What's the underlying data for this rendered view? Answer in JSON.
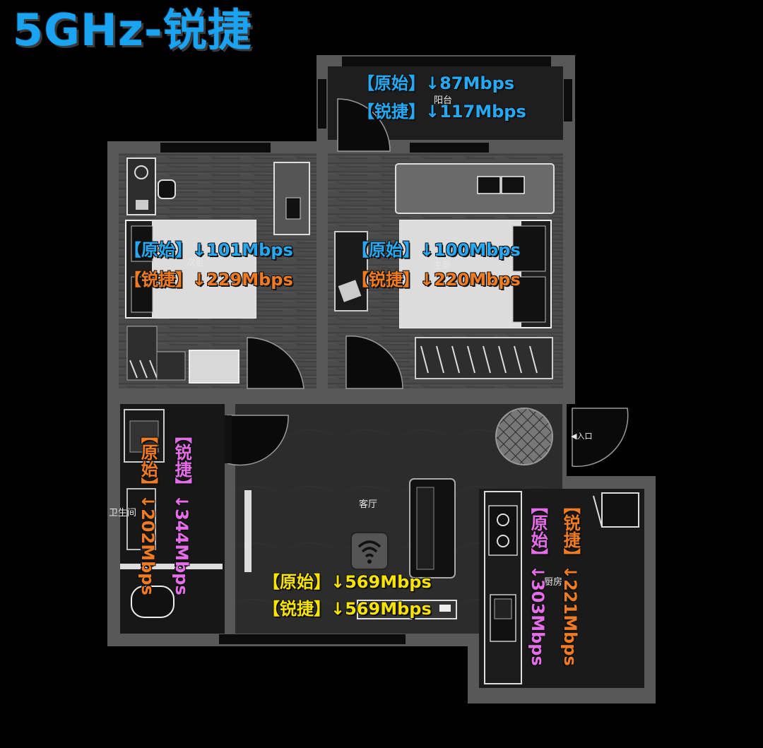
{
  "title": "5GHz-锐捷",
  "colors": {
    "blue": "#27a8f2",
    "orange": "#f07b22",
    "yellow": "#f7e200",
    "magenta": "#e56ee8"
  },
  "rooms": {
    "balcony": "阳台",
    "second_bedroom": "次卧",
    "master_bedroom": "主卧",
    "bathroom": "卫生间",
    "living_room": "客厅",
    "kitchen": "厨房",
    "entrance": "◀入口"
  },
  "icons": {
    "router": "wifi-icon"
  },
  "measurements": {
    "balcony": {
      "original": "【原始】↓87Mbps",
      "ruijie": "【锐捷】↓117Mbps"
    },
    "second_bedroom": {
      "original": "【原始】↓101Mbps",
      "ruijie": "【锐捷】↓229Mbps"
    },
    "master_bedroom": {
      "original": "【原始】↓100Mbps",
      "ruijie": "【锐捷】↓220Mbps"
    },
    "bathroom": {
      "original": "【原始】↓202Mbps",
      "ruijie": "【锐捷】↓344Mbps"
    },
    "living_room": {
      "original": "【原始】↓569Mbps",
      "ruijie": "【锐捷】↓569Mbps"
    },
    "kitchen": {
      "original": "【锐捷】↓221Mbps",
      "ruijie": "【原始】↓303Mbps"
    }
  }
}
